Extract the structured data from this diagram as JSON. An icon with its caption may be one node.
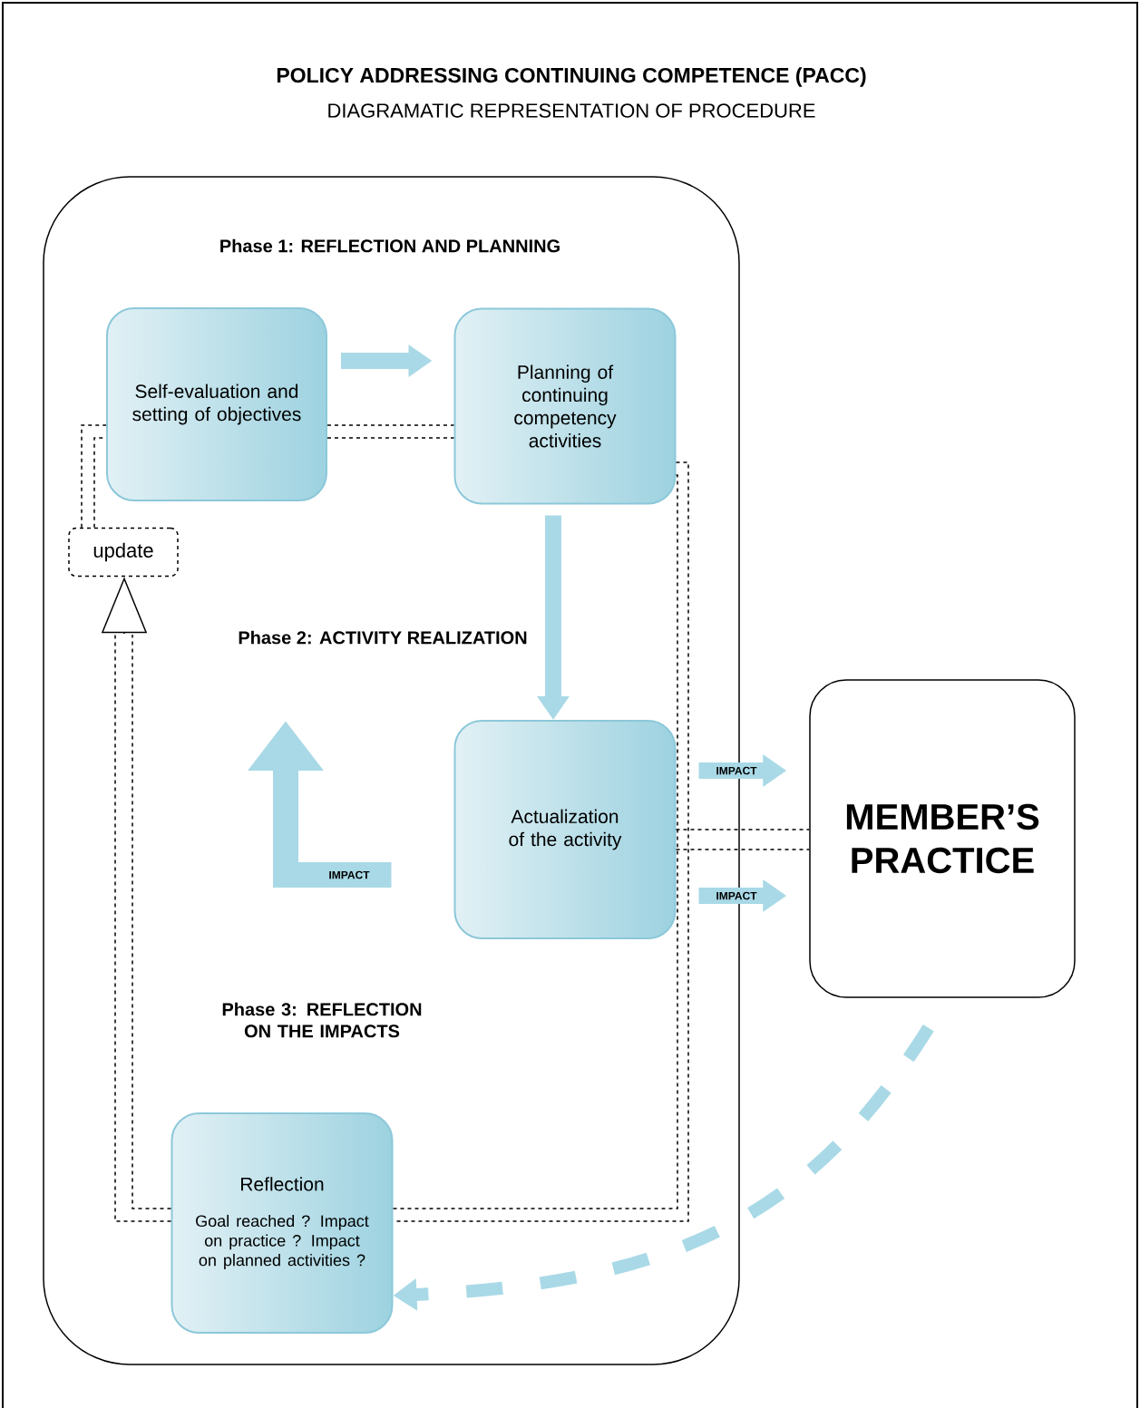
{
  "diagram": {
    "title": "POLICY ADDRESSING CONTINUING COMPETENCE (PACC)",
    "nodes": [
      {
        "text": [],
        "shape": "box"
      },
      {
        "text": [
          "Self-evaluation and setting of objectives"
        ],
        "in": 0
      },
      {
        "text": [
          "Planning of continuing competency activities"
        ],
        "in": 0
      },
      {
        "text": [
          "Actualization of the activity"
        ],
        "in": 0
      },
      {
        "text": [
          "Reflection",
          "Goal reached ? Impact on practice ? Impact on planned activities ?"
        ],
        "in": 0
      },
      {
        "text": [
          "update"
        ],
        "in": 0
      },
      {
        "text": [
          "MEMBER’S PRACTICE"
        ]
      }
    ],
    "edges": [
      {
        "from": 1,
        "to": 2,
        "arrow": "to"
      },
      {
        "from": 2,
        "to": 3,
        "arrow": "to"
      },
      {
        "from": 3,
        "to": 6,
        "arrow": "to",
        "label": "IMPACT"
      },
      {
        "from": 3,
        "to": 6,
        "arrow": "to",
        "label": "IMPACT"
      },
      {
        "from": 3,
        "to": null,
        "arrow": "to",
        "label": "IMPACT",
        "style": "thick"
      },
      {
        "from": 6,
        "to": 4,
        "arrow": "to",
        "style": "dashed"
      },
      {
        "from": 1,
        "to": 2,
        "arrow": "none",
        "style": "dashed",
        "color": "#000000"
      },
      {
        "from": 5,
        "to": 1,
        "arrow": "none",
        "style": "dashed",
        "color": "#000000"
      },
      {
        "from": 4,
        "to": 5,
        "arrow": "to",
        "style": "dashed",
        "color": "#000000"
      },
      {
        "from": 2,
        "to": 4,
        "arrow": "none",
        "style": "dashed",
        "color": "#000000"
      },
      {
        "from": 3,
        "to": 6,
        "arrow": "none",
        "style": "dashed",
        "color": "#000000"
      }
    ],
    "labels": [
      "DIAGRAMATIC REPRESENTATION OF PROCEDURE",
      "Phase 1: REFLECTION AND PLANNING",
      "Phase 2: ACTIVITY REALIZATION",
      "Phase 3: REFLECTION ON THE IMPACTS"
    ]
  }
}
